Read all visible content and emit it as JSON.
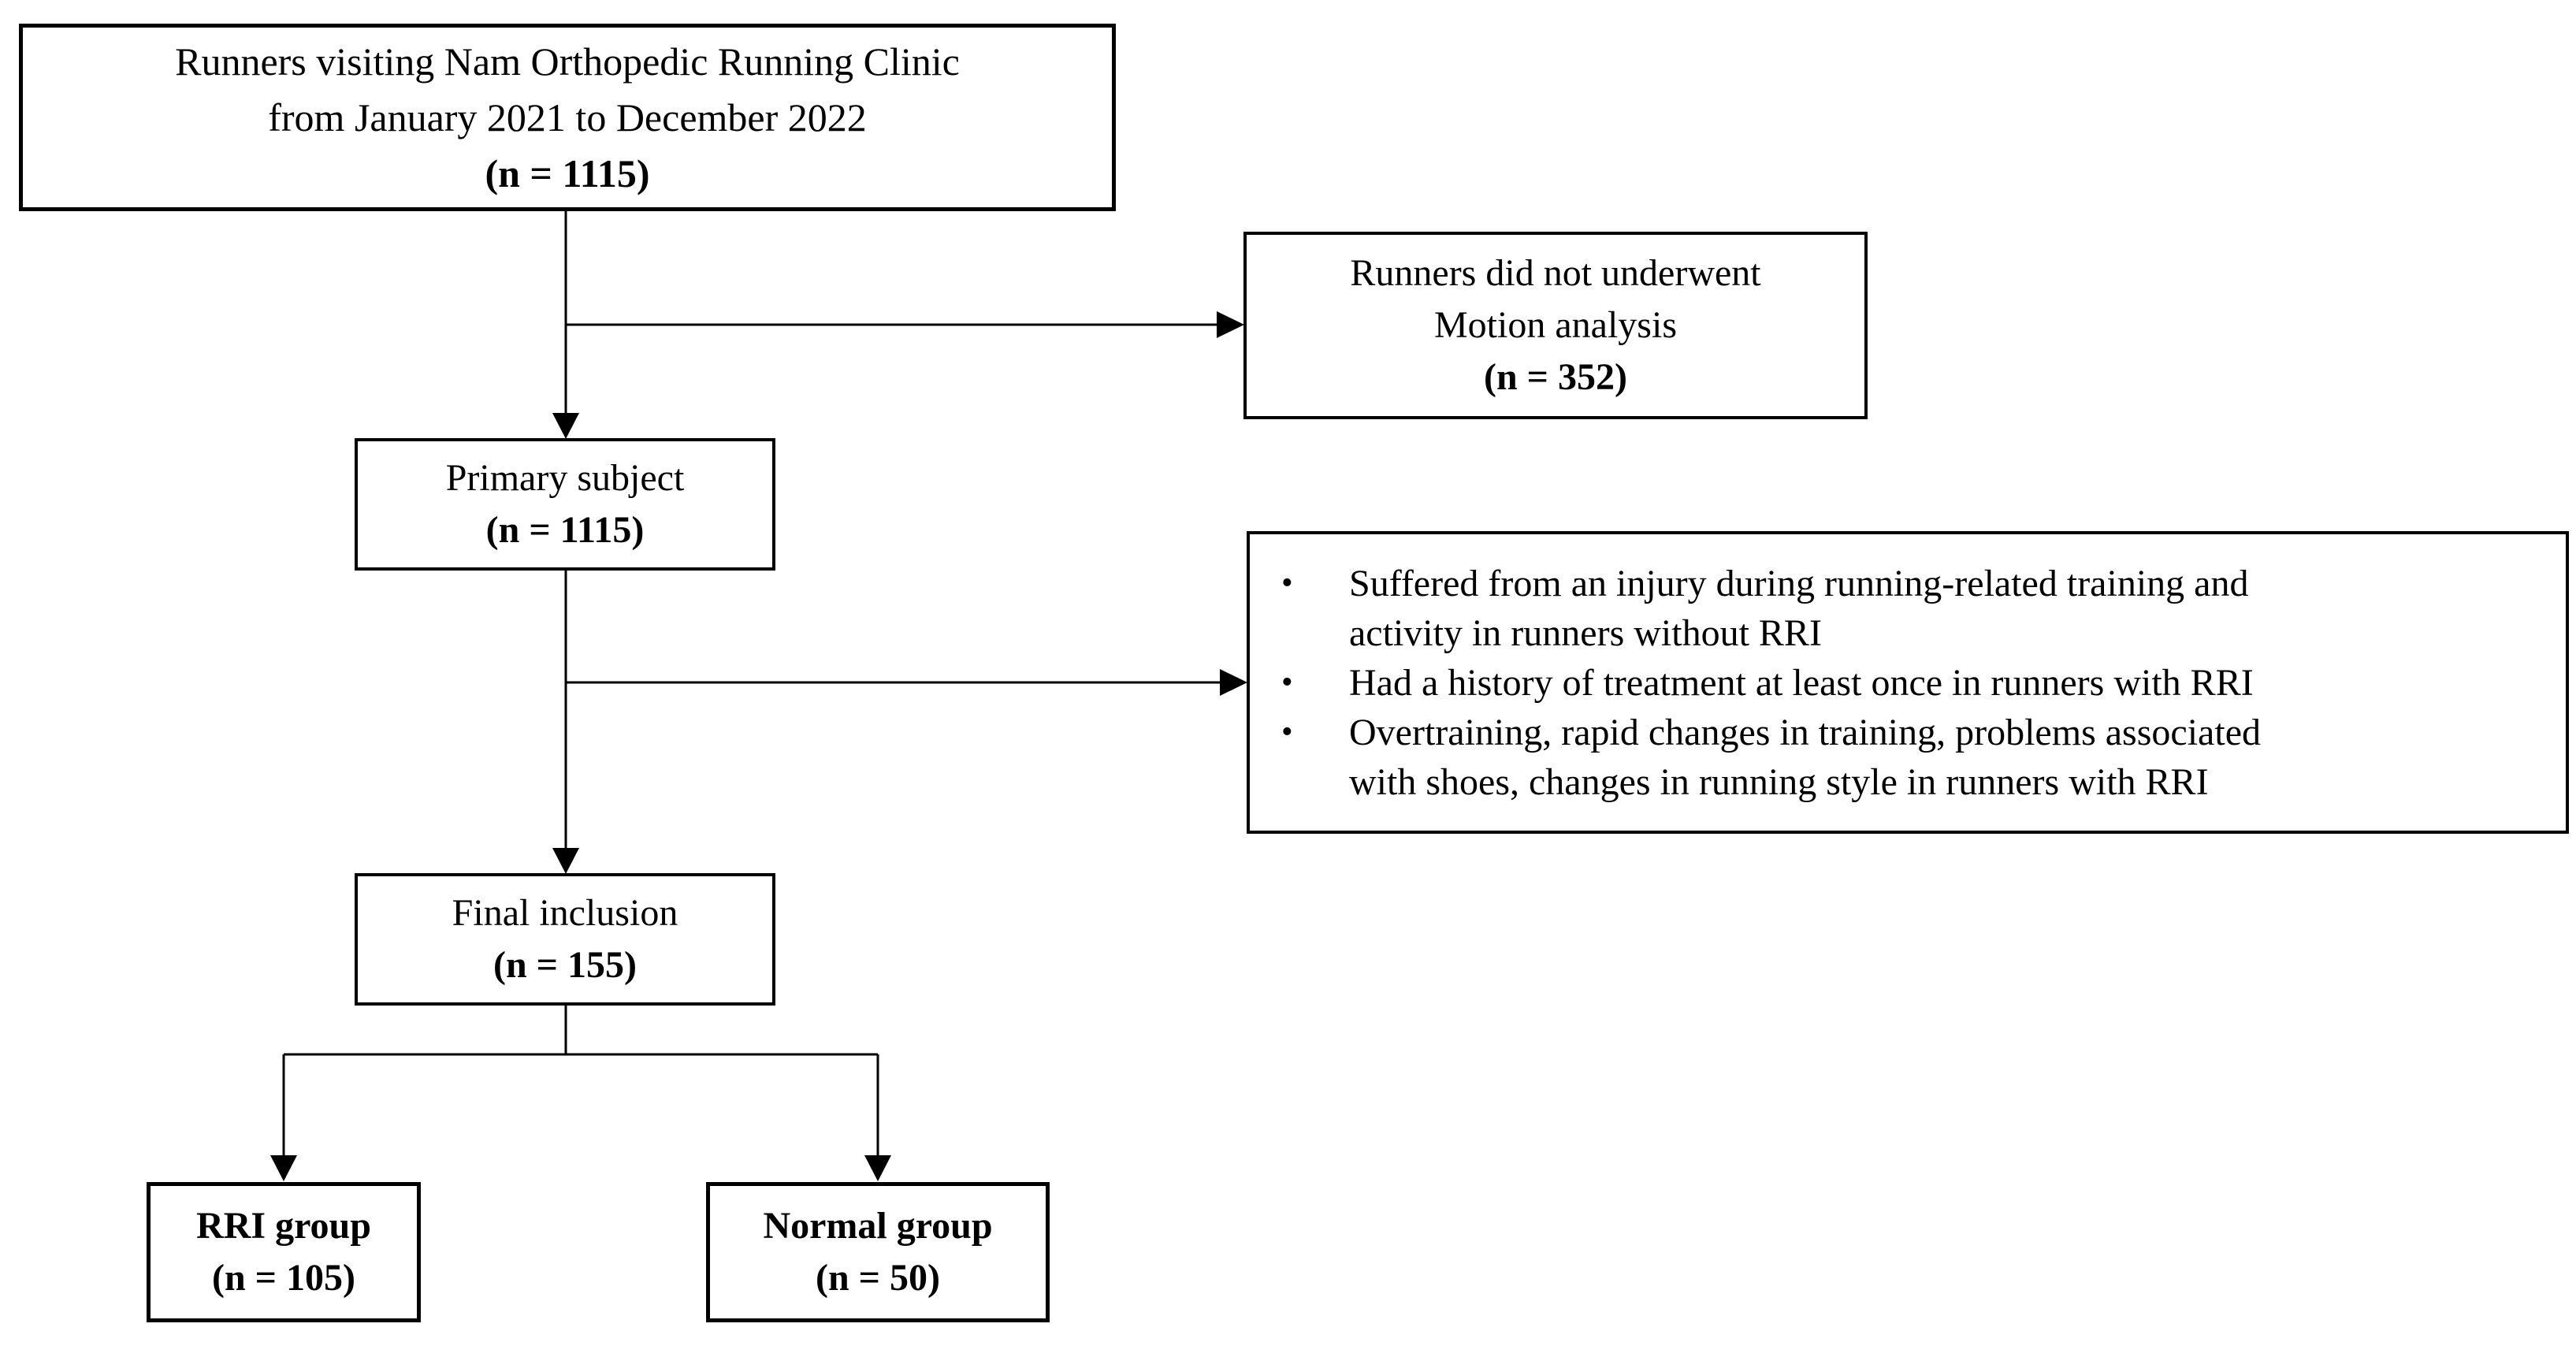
{
  "page": {
    "background_color": "#ffffff",
    "ink_color": "#000000",
    "figure_type": "participant flow diagram"
  },
  "icons": {
    "bullet": "•"
  },
  "flowchart": {
    "top_box": {
      "lines": [
        "Runners visiting Nam Orthopedic Running Clinic",
        "from January 2021 to December 2022"
      ],
      "count": "(n = 1115)"
    },
    "excluded_box": {
      "lines": [
        "Runners did not underwent",
        "Motion analysis"
      ],
      "count": "(n = 352)"
    },
    "primary_box": {
      "title": "Primary subject",
      "count": "(n = 1115)"
    },
    "exclusion_criteria_box": {
      "bullets": [
        {
          "text": "Suffered from an injury during running-related training and activity in runners without RRI",
          "lines": [
            "Suffered from an injury during running-related training and",
            "activity in runners without RRI"
          ]
        },
        {
          "text": "Had a history of treatment at least once in runners with RRI",
          "lines": [
            "Had a history of treatment at least once in runners with RRI"
          ]
        },
        {
          "text": "Overtraining, rapid changes in training, problems associated with shoes, changes in running style in runners with RRI",
          "lines": [
            "Overtraining, rapid changes in training, problems associated",
            "with shoes, changes in running style in runners with RRI"
          ]
        }
      ]
    },
    "final_box": {
      "title": "Final inclusion",
      "count": "(n = 155)"
    },
    "rri_box": {
      "title": "RRI group",
      "count": "(n = 105)"
    },
    "normal_box": {
      "title": "Normal group",
      "count": "(n = 50)"
    }
  }
}
